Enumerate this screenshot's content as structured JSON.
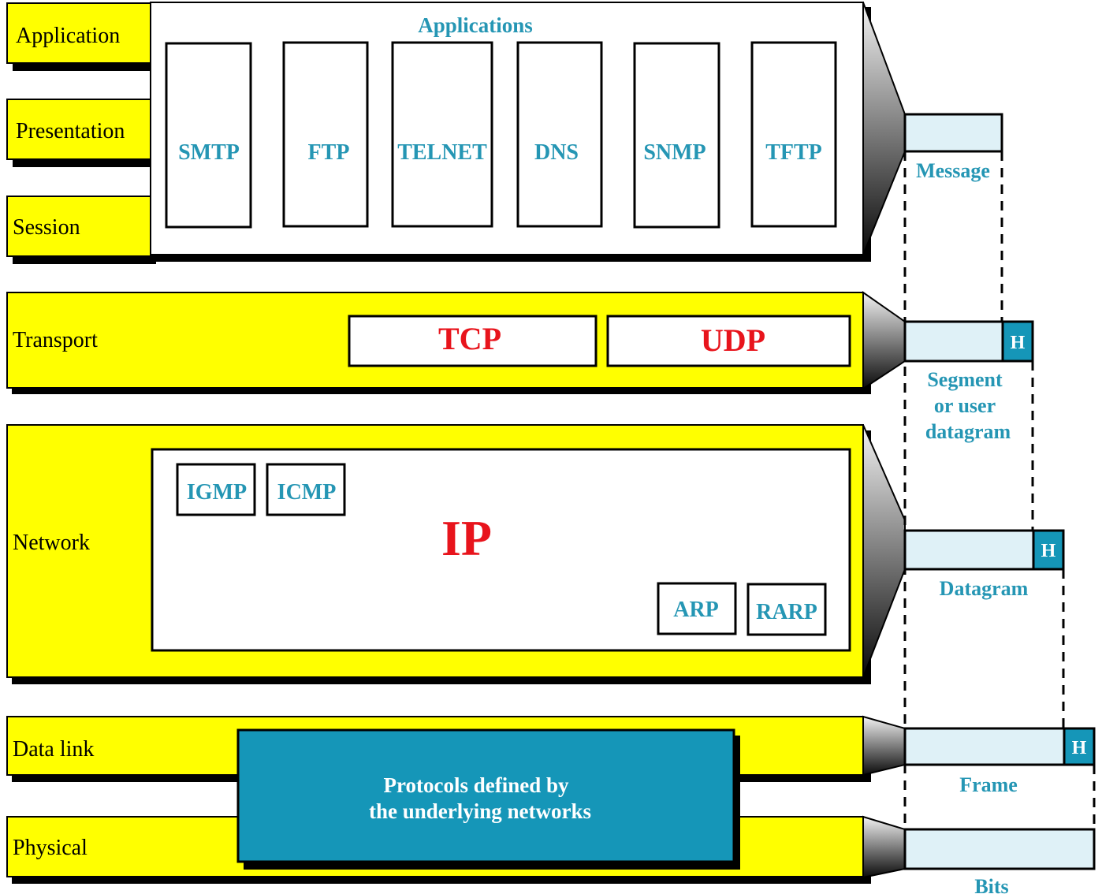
{
  "layers": {
    "application": "Application",
    "presentation": "Presentation",
    "session": "Session",
    "transport": "Transport",
    "network": "Network",
    "data_link": "Data link",
    "physical": "Physical"
  },
  "applications": {
    "title": "Applications",
    "protocols": [
      "SMTP",
      "FTP",
      "TELNET",
      "DNS",
      "SNMP",
      "TFTP"
    ]
  },
  "transport": {
    "tcp": "TCP",
    "udp": "UDP"
  },
  "network": {
    "ip": "IP",
    "igmp": "IGMP",
    "icmp": "ICMP",
    "arp": "ARP",
    "rarp": "RARP"
  },
  "link": {
    "line1": "Protocols defined by",
    "line2": "the underlying networks"
  },
  "units": {
    "message": "Message",
    "segment_line1": "Segment",
    "segment_line2": "or user",
    "segment_line3": "datagram",
    "datagram": "Datagram",
    "frame": "Frame",
    "bits": "Bits",
    "header": "H"
  },
  "colors": {
    "layer_fill": "#ffff00",
    "teal": "#1596b8",
    "light_cyan": "#dff1f7",
    "label_blue": "#2596b4",
    "red": "#e8141c"
  }
}
